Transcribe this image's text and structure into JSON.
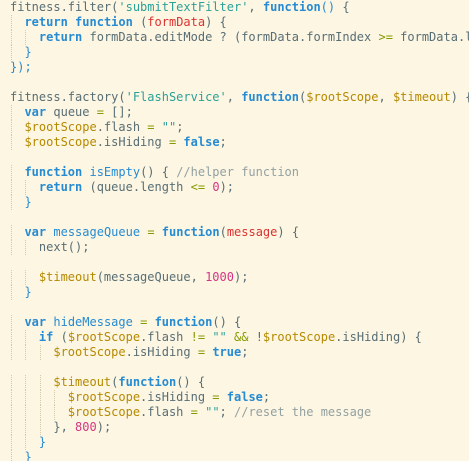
{
  "editor": {
    "background": "#fdf6e3",
    "colors": {
      "plain": "#586e75",
      "keyword": "#268bd2",
      "variable": "#b58900",
      "string": "#2aa198",
      "function_name": "#268bd2",
      "parameter": "#dc322f",
      "number": "#d33682",
      "operator": "#859900",
      "comment": "#93a1a1"
    },
    "lines": [
      {
        "indent": 0,
        "tokens": [
          [
            "plain",
            "fitness.filter("
          ],
          [
            "str",
            "'submitTextFilter'"
          ],
          [
            "plain",
            ", "
          ],
          [
            "kw",
            "function"
          ],
          [
            "punc",
            "()"
          ],
          [
            "plain",
            " {"
          ]
        ]
      },
      {
        "indent": 1,
        "tokens": [
          [
            "kw",
            "return"
          ],
          [
            "plain",
            " "
          ],
          [
            "kw",
            "function"
          ],
          [
            "plain",
            " ("
          ],
          [
            "param",
            "formData"
          ],
          [
            "plain",
            ") {"
          ]
        ]
      },
      {
        "indent": 2,
        "tokens": [
          [
            "kw",
            "return"
          ],
          [
            "plain",
            " formData.editMode ? (formData.formIndex "
          ],
          [
            "op",
            ">="
          ],
          [
            "plain",
            " formData.lastIn"
          ]
        ]
      },
      {
        "indent": 1,
        "tokens": [
          [
            "punc",
            "}"
          ]
        ]
      },
      {
        "indent": 0,
        "tokens": [
          [
            "punc",
            "});"
          ]
        ]
      },
      {
        "indent": 0,
        "tokens": []
      },
      {
        "indent": 0,
        "tokens": [
          [
            "plain",
            "fitness.factory("
          ],
          [
            "str",
            "'FlashService'"
          ],
          [
            "plain",
            ", "
          ],
          [
            "kw",
            "function"
          ],
          [
            "plain",
            "("
          ],
          [
            "var",
            "$rootScope"
          ],
          [
            "plain",
            ", "
          ],
          [
            "var",
            "$timeout"
          ],
          [
            "plain",
            ") {"
          ]
        ]
      },
      {
        "indent": 1,
        "tokens": [
          [
            "kw",
            "var"
          ],
          [
            "plain",
            " queue "
          ],
          [
            "op",
            "="
          ],
          [
            "plain",
            " [];"
          ]
        ]
      },
      {
        "indent": 1,
        "tokens": [
          [
            "var",
            "$rootScope"
          ],
          [
            "plain",
            ".flash "
          ],
          [
            "op",
            "="
          ],
          [
            "plain",
            " "
          ],
          [
            "str",
            "\"\""
          ],
          [
            "plain",
            ";"
          ]
        ]
      },
      {
        "indent": 1,
        "tokens": [
          [
            "var",
            "$rootScope"
          ],
          [
            "plain",
            ".isHiding "
          ],
          [
            "op",
            "="
          ],
          [
            "plain",
            " "
          ],
          [
            "kw",
            "false"
          ],
          [
            "plain",
            ";"
          ]
        ]
      },
      {
        "indent": 0,
        "tokens": []
      },
      {
        "indent": 1,
        "tokens": [
          [
            "kw",
            "function"
          ],
          [
            "plain",
            " "
          ],
          [
            "fn",
            "isEmpty"
          ],
          [
            "plain",
            "() { "
          ],
          [
            "com",
            "//helper function"
          ]
        ]
      },
      {
        "indent": 2,
        "tokens": [
          [
            "kw",
            "return"
          ],
          [
            "plain",
            " (queue.length "
          ],
          [
            "op",
            "<="
          ],
          [
            "plain",
            " "
          ],
          [
            "num",
            "0"
          ],
          [
            "plain",
            ");"
          ]
        ]
      },
      {
        "indent": 1,
        "tokens": [
          [
            "punc",
            "}"
          ]
        ]
      },
      {
        "indent": 0,
        "tokens": []
      },
      {
        "indent": 1,
        "tokens": [
          [
            "kw",
            "var"
          ],
          [
            "plain",
            " "
          ],
          [
            "fn",
            "messageQueue"
          ],
          [
            "plain",
            " "
          ],
          [
            "op",
            "="
          ],
          [
            "plain",
            " "
          ],
          [
            "kw",
            "function"
          ],
          [
            "plain",
            "("
          ],
          [
            "param",
            "message"
          ],
          [
            "plain",
            ") {"
          ]
        ]
      },
      {
        "indent": 2,
        "tokens": [
          [
            "plain",
            "next();"
          ]
        ]
      },
      {
        "indent": 0,
        "tokens": []
      },
      {
        "indent": 2,
        "tokens": [
          [
            "var",
            "$timeout"
          ],
          [
            "plain",
            "(messageQueue, "
          ],
          [
            "num",
            "1000"
          ],
          [
            "plain",
            ");"
          ]
        ]
      },
      {
        "indent": 1,
        "tokens": [
          [
            "punc",
            "}"
          ]
        ]
      },
      {
        "indent": 0,
        "tokens": []
      },
      {
        "indent": 1,
        "tokens": [
          [
            "kw",
            "var"
          ],
          [
            "plain",
            " "
          ],
          [
            "fn",
            "hideMessage"
          ],
          [
            "plain",
            " "
          ],
          [
            "op",
            "="
          ],
          [
            "plain",
            " "
          ],
          [
            "kw",
            "function"
          ],
          [
            "plain",
            "() {"
          ]
        ]
      },
      {
        "indent": 2,
        "tokens": [
          [
            "kw",
            "if"
          ],
          [
            "plain",
            " ("
          ],
          [
            "var",
            "$rootScope"
          ],
          [
            "plain",
            ".flash "
          ],
          [
            "op",
            "!="
          ],
          [
            "plain",
            " "
          ],
          [
            "str",
            "\"\""
          ],
          [
            "plain",
            " "
          ],
          [
            "op",
            "&&"
          ],
          [
            "plain",
            " !"
          ],
          [
            "var",
            "$rootScope"
          ],
          [
            "plain",
            ".isHiding) {"
          ]
        ]
      },
      {
        "indent": 3,
        "tokens": [
          [
            "var",
            "$rootScope"
          ],
          [
            "plain",
            ".isHiding "
          ],
          [
            "op",
            "="
          ],
          [
            "plain",
            " "
          ],
          [
            "kw",
            "true"
          ],
          [
            "plain",
            ";"
          ]
        ]
      },
      {
        "indent": 0,
        "tokens": []
      },
      {
        "indent": 3,
        "tokens": [
          [
            "var",
            "$timeout"
          ],
          [
            "plain",
            "("
          ],
          [
            "kw",
            "function"
          ],
          [
            "plain",
            "() {"
          ]
        ]
      },
      {
        "indent": 4,
        "tokens": [
          [
            "var",
            "$rootScope"
          ],
          [
            "plain",
            ".isHiding "
          ],
          [
            "op",
            "="
          ],
          [
            "plain",
            " "
          ],
          [
            "kw",
            "false"
          ],
          [
            "plain",
            ";"
          ]
        ]
      },
      {
        "indent": 4,
        "tokens": [
          [
            "var",
            "$rootScope"
          ],
          [
            "plain",
            ".flash "
          ],
          [
            "op",
            "="
          ],
          [
            "plain",
            " "
          ],
          [
            "str",
            "\"\""
          ],
          [
            "plain",
            "; "
          ],
          [
            "com",
            "//reset the message"
          ]
        ]
      },
      {
        "indent": 3,
        "tokens": [
          [
            "plain",
            "}, "
          ],
          [
            "num",
            "800"
          ],
          [
            "plain",
            ");"
          ]
        ]
      },
      {
        "indent": 2,
        "tokens": [
          [
            "punc",
            "}"
          ]
        ]
      },
      {
        "indent": 1,
        "tokens": [
          [
            "punc",
            "}"
          ]
        ]
      }
    ]
  }
}
